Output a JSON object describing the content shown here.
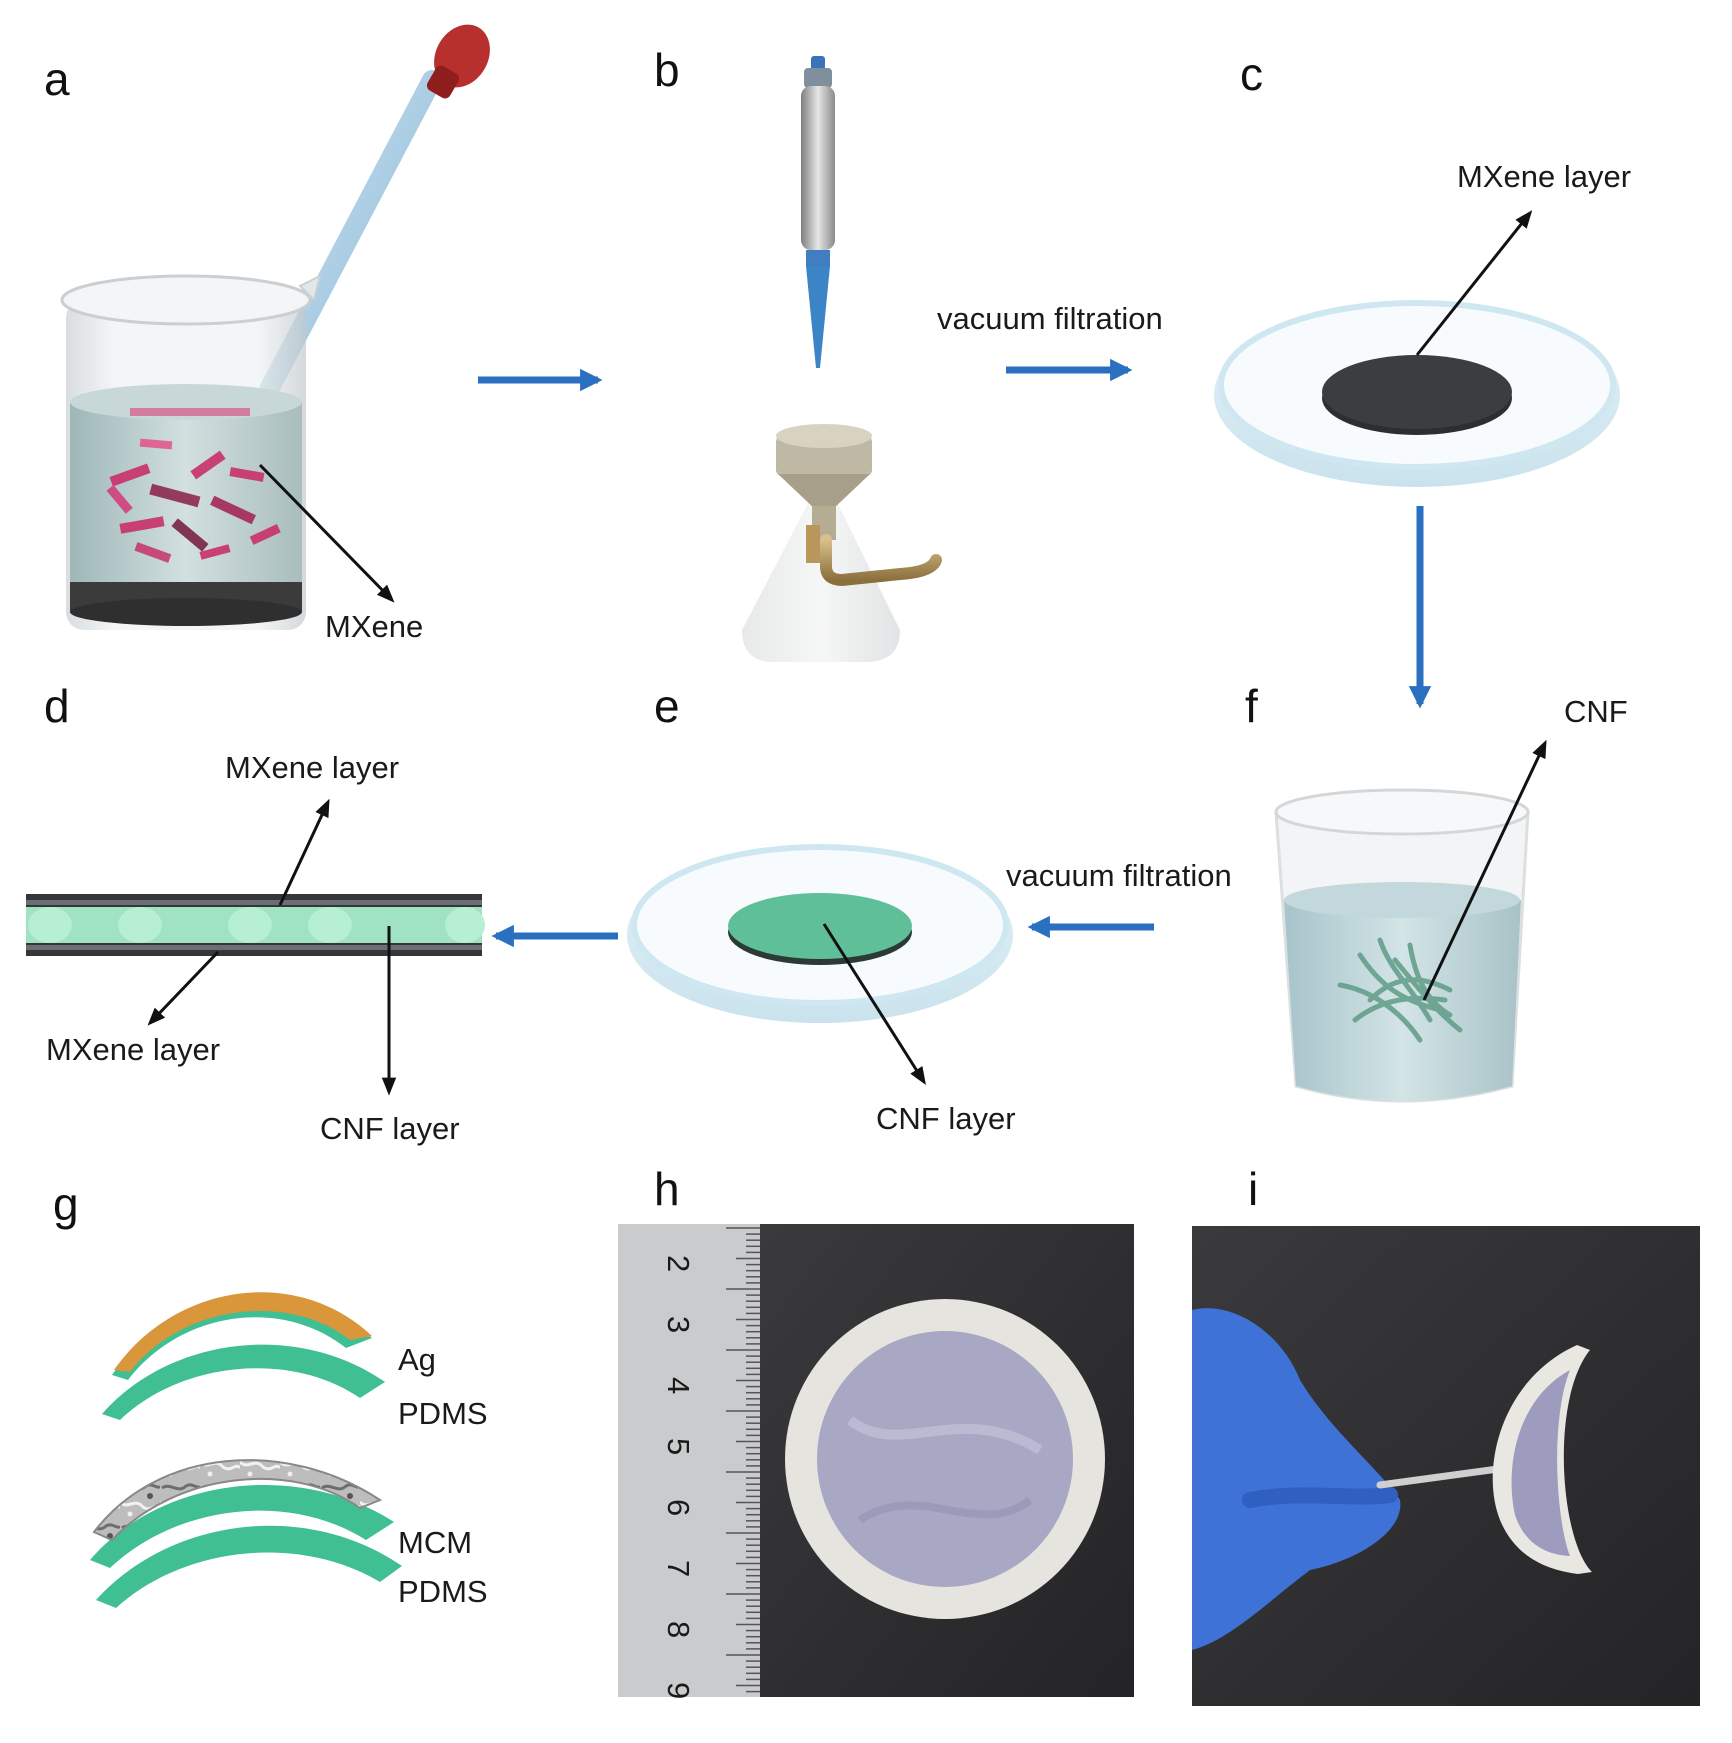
{
  "panels": {
    "a": {
      "letter": "a",
      "label": "MXene"
    },
    "b": {
      "letter": "b"
    },
    "c": {
      "letter": "c",
      "label": "MXene layer"
    },
    "d": {
      "letter": "d",
      "label_top": "MXene layer",
      "label_bottom_left": "MXene layer",
      "label_bottom_right": "CNF layer"
    },
    "e": {
      "letter": "e",
      "label": "CNF layer"
    },
    "f": {
      "letter": "f",
      "label": "CNF"
    },
    "g": {
      "letter": "g",
      "layer1_top": "Ag",
      "layer1_bottom": "PDMS",
      "layer2_top": "MCM",
      "layer2_bottom": "PDMS"
    },
    "h": {
      "letter": "h",
      "ruler_numbers": [
        "2",
        "3",
        "4",
        "5",
        "6",
        "7",
        "8",
        "9"
      ]
    },
    "i": {
      "letter": "i"
    }
  },
  "steps": {
    "b_to_c": "vacuum filtration",
    "f_to_e": "vacuum filtration"
  },
  "colors": {
    "arrow_blue": "#2a6fc0",
    "mxene_dark": "#333538",
    "cnf_green": "#5fbf98",
    "pdms_green": "#3fbf92",
    "ag_orange": "#d9963a",
    "flake_pink": "#c9306a",
    "glove_blue": "#3f72d6",
    "bench_gray": "#2f2f31"
  }
}
